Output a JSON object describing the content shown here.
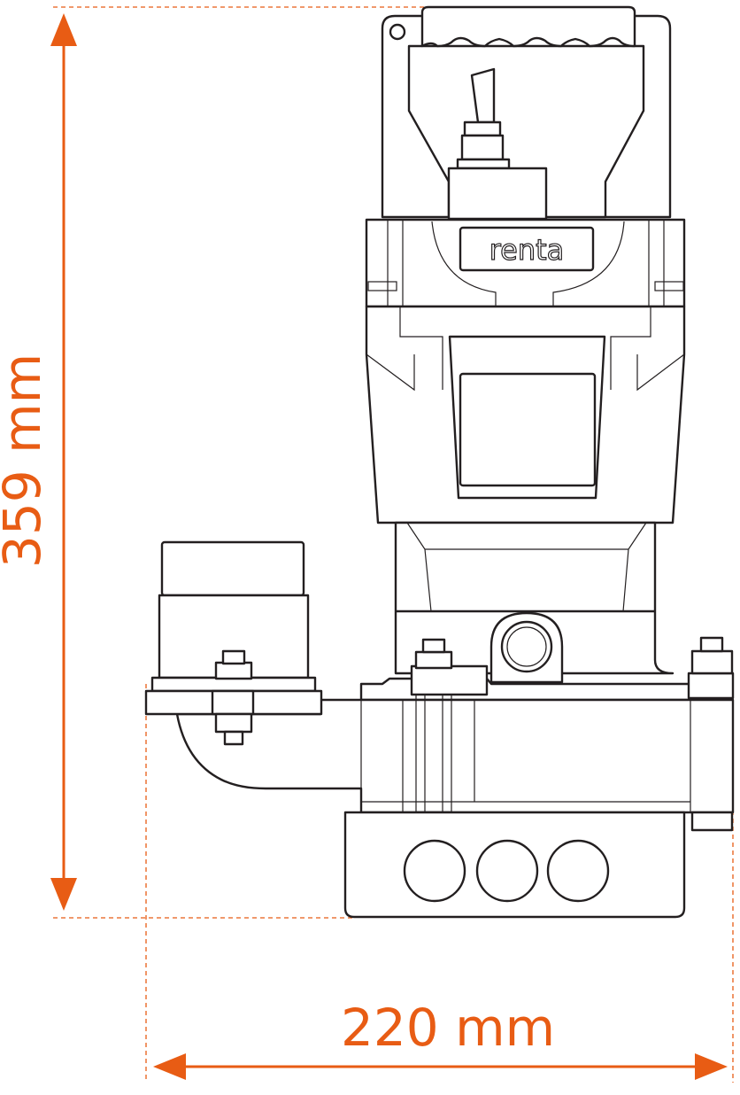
{
  "dimensions": {
    "height_label": "359 mm",
    "width_label": "220 mm",
    "height_mm": 359,
    "width_mm": 220
  },
  "logo": {
    "text": "renta"
  },
  "colors": {
    "dimension": "#E85C14",
    "line": "#231f20"
  }
}
